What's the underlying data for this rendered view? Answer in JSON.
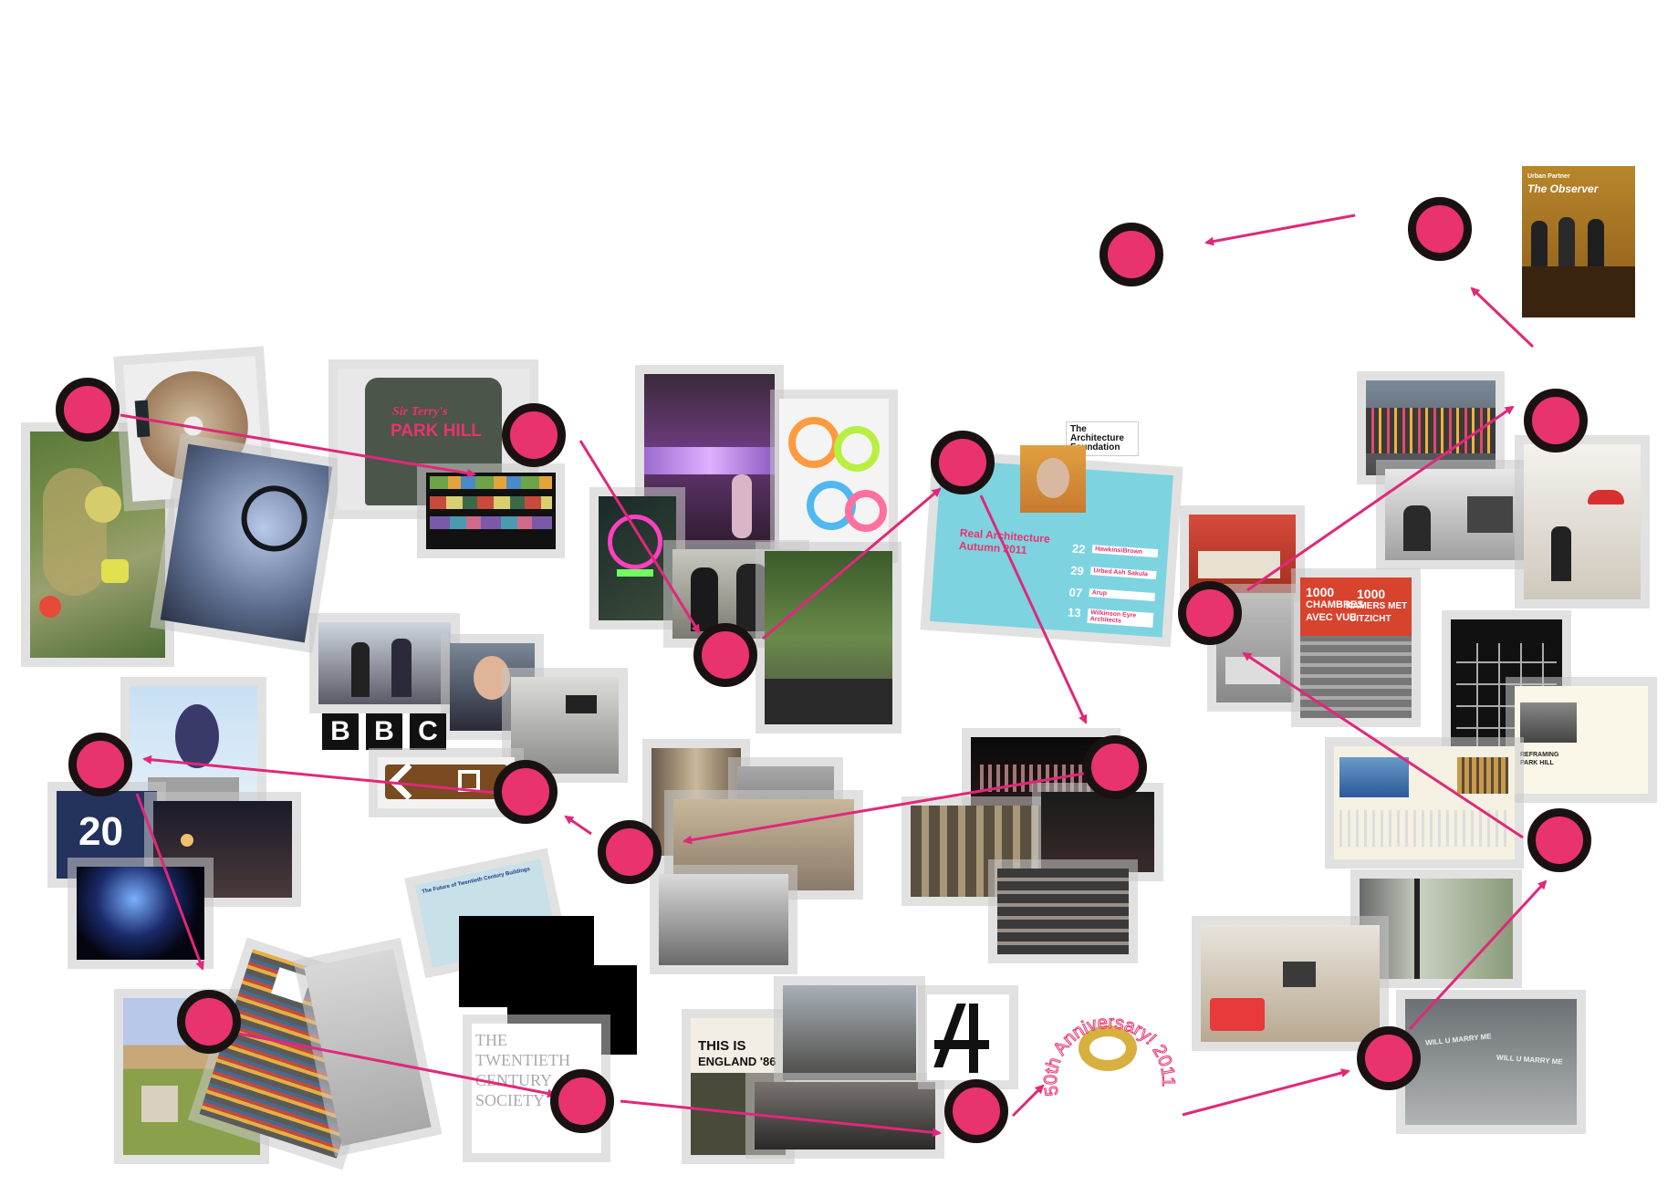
{
  "colors": {
    "node_fill": "#e8336f",
    "node_ring": "#1a1212",
    "arrow": "#e0287a"
  },
  "labels": {
    "tshirt_line1": "Sir Terry's",
    "tshirt_line2": "PARK HILL",
    "bbc_b1": "B",
    "bbc_b2": "B",
    "bbc_c": "C",
    "wave_20": "20",
    "arch_foundation_1": "The",
    "arch_foundation_2": "Architecture",
    "arch_foundation_3": "Foundation",
    "real_arch_1": "Real Architecture",
    "real_arch_2": "Autumn 2011",
    "event_22": "22",
    "event_29": "29",
    "event_07": "07",
    "event_13": "13",
    "event_22_name": "Hawkins\\Brown",
    "event_29_name": "Urbed Ash Sakula",
    "event_07_name": "Arup",
    "event_13_name": "Wilkinson Eyre Architects",
    "observer_small": "Urban Partner",
    "observer": "The Observer",
    "kamers_1": "1000",
    "kamers_2": "CHAMBRES",
    "kamers_3": "AVEC VUE",
    "kamers_4": "1000",
    "kamers_5": "KAMERS MET",
    "kamers_6": "UITZICHT",
    "reframing_1": "REFRAMING",
    "reframing_2": "PARK HILL",
    "twentieth_1": "THE",
    "twentieth_2": "TWENTIETH",
    "twentieth_3": "CENTURY",
    "twentieth_4": "SOCIETY",
    "future_doc": "The Future of Twentieth Century Buildings",
    "this_is_1": "THIS IS",
    "this_is_2": "ENGLAND '86",
    "anniversary": "50th Anniversary! 2011",
    "pillow_1": "WILL U MARRY ME",
    "pillow_2": "WILL U MARRY ME"
  }
}
